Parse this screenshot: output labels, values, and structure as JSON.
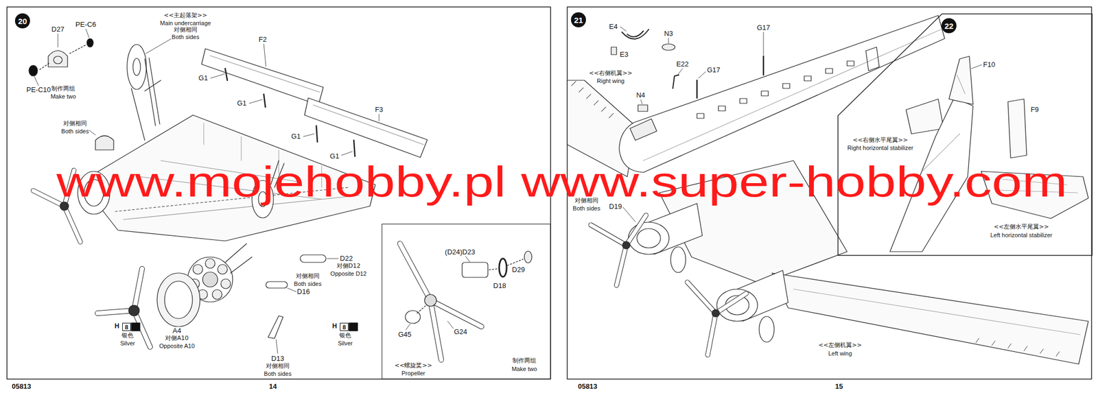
{
  "diagram": {
    "nodes": [
      {
        "text": [
          "20"
        ]
      },
      {
        "text": [
          "8"
        ]
      },
      {
        "text": [
          "8"
        ]
      },
      {
        "text": [
          "(D24)D23",
          "D29",
          "D18",
          "G45",
          "G24",
          "<<螺旋桨>>",
          "Propeller",
          "制作两组",
          "Make two"
        ]
      },
      {
        "text": [
          "21"
        ]
      },
      {
        "text": [
          "F10",
          "F9",
          "<<右侧水平尾翼>>",
          "Right horizontal stabilizer",
          "<<左侧水平尾翼>>",
          "Left horizontal stabilizer"
        ]
      },
      {
        "text": [
          "22"
        ],
        "in": 5
      }
    ],
    "labels": [
      "D27",
      "PE-C6",
      "PE-C10",
      "制作两组",
      "Make two",
      "<<主起落架>>",
      "Main undercarriage",
      "对侧相同",
      "Both sides",
      "F2",
      "G1",
      "G1",
      "F3",
      "对侧相同",
      "Both sides",
      "G1",
      "G1",
      "D22",
      "对侧D12",
      "Opposite D12",
      "对侧相同",
      "Both sides",
      "D16",
      "A4",
      "对侧A10",
      "Opposite A10",
      "H",
      "银色",
      "Silver",
      "D13",
      "对侧相同",
      "Both sides",
      "H",
      "银色",
      "Silver",
      "05813",
      "14",
      "www.mojehobby.pl www.super-hobby.com",
      "E4",
      "N3",
      "G17",
      "E3",
      "E22",
      "G17",
      "<<右侧机翼>>",
      "Right wing",
      "N4",
      "对侧相同",
      "Both sides",
      "D19",
      "<<左侧机翼>>",
      "Left wing",
      "05813",
      "15"
    ]
  }
}
